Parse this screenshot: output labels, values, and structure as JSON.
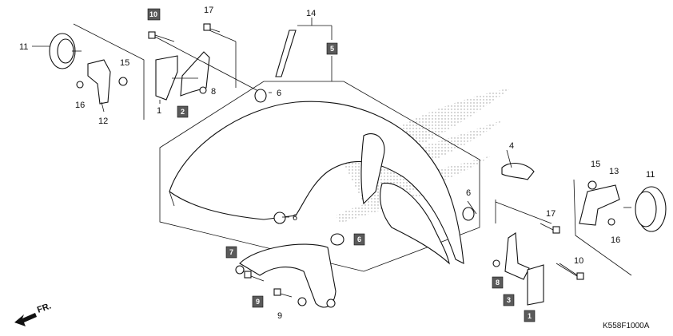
{
  "diagram": {
    "code": "K558F1000A",
    "direction_label": "FR.",
    "callouts": {
      "c1": "1",
      "c2": "2",
      "c3": "3",
      "c4": "4",
      "c5": "5",
      "c6a": "6",
      "c6b": "6",
      "c6c": "6",
      "c6d": "6",
      "c7": "7",
      "c8a": "8",
      "c8b": "8",
      "c9a": "9",
      "c9b": "9",
      "c10a": "10",
      "c10b": "10",
      "c11a": "11",
      "c11b": "11",
      "c12": "12",
      "c13": "13",
      "c14": "14",
      "c15a": "15",
      "c15b": "15",
      "c16a": "16",
      "c16b": "16",
      "c17a": "17",
      "c17b": "17"
    },
    "colors": {
      "ink": "#111111",
      "box_fill": "#5a5a5a",
      "dots": "#9a9a9a"
    }
  }
}
